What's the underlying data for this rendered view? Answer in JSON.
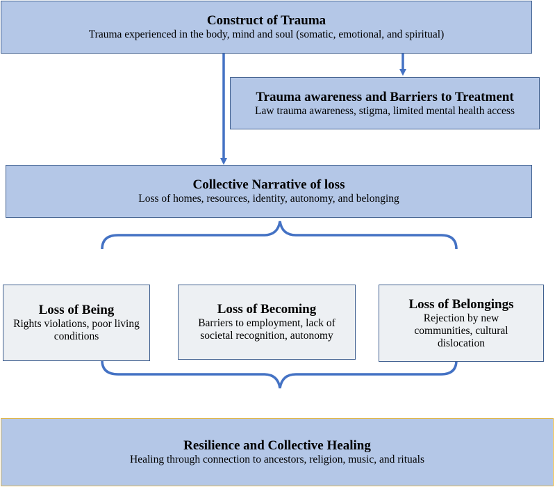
{
  "construct": {
    "title": "Construct of Trauma",
    "subtitle": "Trauma experienced in the body, mind and soul (somatic, emotional, and spiritual)"
  },
  "awareness": {
    "title": "Trauma awareness and Barriers to  Treatment",
    "subtitle": "Law trauma awareness, stigma, limited mental health access"
  },
  "narrative": {
    "title": "Collective Narrative of  loss",
    "subtitle": "Loss of homes, resources, identity, autonomy, and belonging"
  },
  "losses": [
    {
      "title": "Loss of Being",
      "subtitle": "Rights violations, poor living conditions"
    },
    {
      "title": "Loss of Becoming",
      "subtitle": "Barriers to employment, lack of societal recognition, autonomy"
    },
    {
      "title": "Loss of Belongings",
      "subtitle": "Rejection by new communities, cultural dislocation"
    }
  ],
  "resilience": {
    "title": "Resilience and Collective Healing",
    "subtitle": "Healing through connection to ancestors, religion, music, and rituals"
  },
  "colors": {
    "box_fill": "#b4c7e7",
    "loss_fill": "#edf0f3",
    "connector": "#4472c4",
    "border": "#3f5f8f",
    "resilience_border": "#e0b64a"
  }
}
